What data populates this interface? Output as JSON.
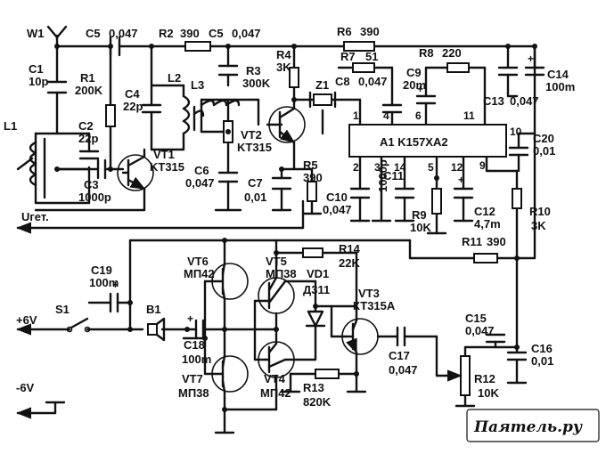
{
  "labels": {
    "W1": "W1",
    "C1": "C1",
    "C1v": "10p",
    "C5a": "C5",
    "C5av": "0,047",
    "R2": "R2",
    "R2v": "390",
    "C5b": "C5",
    "C5bv": "0,047",
    "R6": "R6",
    "R6v": "390",
    "R1": "R1",
    "R1v": "200K",
    "C4": "C4",
    "C4v": "22p",
    "L1": "L1",
    "L2": "L2",
    "L3": "L3",
    "C2": "C2",
    "C2v": "22p",
    "C3": "C3",
    "C3v": "1000p",
    "VT1": "VT1",
    "VT1t": "KT315",
    "R3": "R3",
    "R3v": "300K",
    "R4": "R4",
    "R4v": "3K",
    "R7": "R7",
    "R7v": "51",
    "R8": "R8",
    "R8v": "220",
    "C8": "C8",
    "C8v": "0,047",
    "C9": "C9",
    "C9v": "20m",
    "C14": "C14",
    "C14v": "100m",
    "C13": "C13",
    "C13v": "0,047",
    "Z1": "Z1",
    "VT2": "VT2",
    "VT2t": "KT315",
    "C6": "C6",
    "C6v": "0,047",
    "C7": "C7",
    "C7v": "0,01",
    "R5": "R5",
    "R5v": "390",
    "A1": "A1 K157XA2",
    "C10": "C10",
    "C10v": "0,047",
    "C11": "C11",
    "C11v": "1000p",
    "R9": "R9",
    "R9v": "10K",
    "C12": "C12",
    "C12v": "4,7m",
    "C20": "C20",
    "C20v": "0,01",
    "R10": "R10",
    "R10v": "3K",
    "R11": "R11",
    "R11v": "390",
    "Uget": "Uгет.",
    "VT6": "VT6",
    "VT6t": "МП42",
    "VT5": "VT5",
    "VT5t": "МП38",
    "R14": "R14",
    "R14v": "22K",
    "VD1": "VD1",
    "VD1t": "Д311",
    "VT3": "VT3",
    "VT3t": "КТ315А",
    "C19": "C19",
    "C19v": "100m",
    "plus6": "+6V",
    "S1": "S1",
    "B1": "B1",
    "C18": "C18",
    "C18v": "100m",
    "C15": "C15",
    "C15v": "0,047",
    "C16": "C16",
    "C16v": "0,01",
    "C17": "C17",
    "C17v": "0,047",
    "R12": "R12",
    "R12v": "10K",
    "VT7": "VT7",
    "VT7t": "МП38",
    "VT4": "VT4",
    "VT4t": "МП42",
    "R13": "R13",
    "R13v": "820K",
    "minus6": "-6V"
  },
  "pins": {
    "p1": "1",
    "p4": "4",
    "p6": "6",
    "p11": "11",
    "p10": "10",
    "p2": "2",
    "p3": "3",
    "p14": "14",
    "p5": "5",
    "p12": "12",
    "p9": "9"
  },
  "watermark": "Паяmель.ру"
}
